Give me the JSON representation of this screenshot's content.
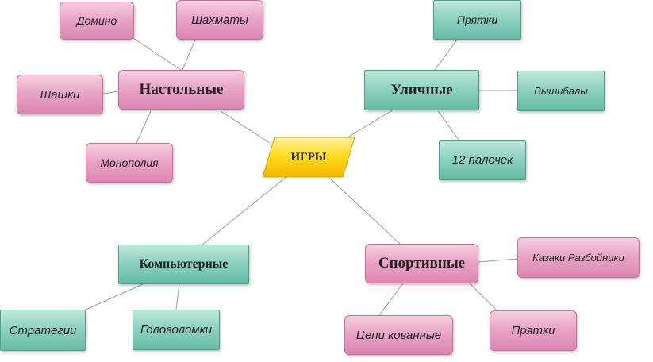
{
  "center": {
    "label": "ИГРЫ"
  },
  "categories": {
    "board": "Настольные",
    "street": "Уличные",
    "computer": "Компьютерные",
    "sport": "Спортивные"
  },
  "board_games": {
    "domino": "Домино",
    "chess": "Шахматы",
    "checkers": "Шашки",
    "monopoly": "Монополия"
  },
  "street_games": {
    "hide_seek": "Прятки",
    "dodgeball": "Вышибалы",
    "twelve_sticks": "12 палочек"
  },
  "computer_games": {
    "strategies": "Стратегии",
    "puzzles": "Головоломки"
  },
  "sport_games": {
    "cossacks": "Казаки Разбойники",
    "forged_chains": "Цепи кованные",
    "hide_seek": "Прятки"
  },
  "colors": {
    "pink": "#e9a5c6",
    "teal": "#8fd2c0",
    "center": "#ffd200",
    "connector": "#9a9a9a"
  }
}
